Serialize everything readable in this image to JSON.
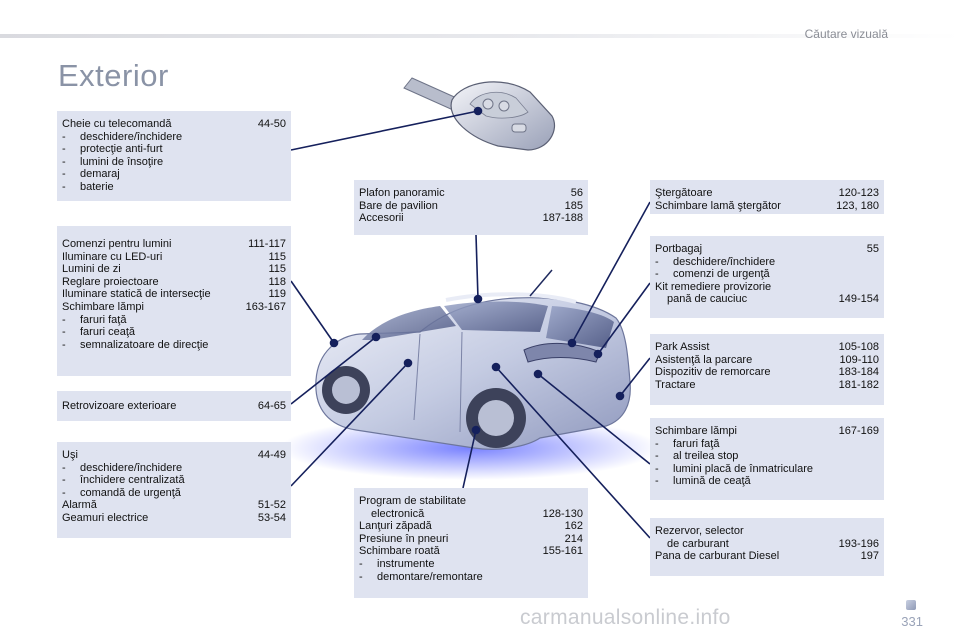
{
  "header": {
    "section": "Căutare vizuală",
    "title": "Exterior"
  },
  "boxes": {
    "key": {
      "rows": [
        {
          "label": "Cheie cu telecomandă",
          "page": "44-50"
        }
      ],
      "items": [
        "deschidere/închidere",
        "protecţie anti-furt",
        "lumini de însoţire",
        "demaraj",
        "baterie"
      ]
    },
    "lights": {
      "rows": [
        {
          "label": "Comenzi pentru lumini",
          "page": "111-117"
        },
        {
          "label": "Iluminare cu LED-uri",
          "page": "115"
        },
        {
          "label": "Lumini de zi",
          "page": "115"
        },
        {
          "label": "Reglare proiectoare",
          "page": "118"
        },
        {
          "label": "Iluminare statică de intersecţie",
          "page": "119"
        },
        {
          "label": "Schimbare lămpi",
          "page": "163-167"
        }
      ],
      "items": [
        "faruri faţă",
        "faruri ceaţă",
        "semnalizatoare de direcţie"
      ]
    },
    "mirror": {
      "rows": [
        {
          "label": "Retrovizoare exterioare",
          "page": "64-65"
        }
      ]
    },
    "doors": {
      "rows": [
        {
          "label": "Uşi",
          "page": "44-49"
        }
      ],
      "items": [
        "deschidere/închidere",
        "închidere centralizată",
        "comandă de urgenţă"
      ],
      "rows2": [
        {
          "label": "Alarmă",
          "page": "51-52"
        },
        {
          "label": "Geamuri electrice",
          "page": "53-54"
        }
      ]
    },
    "roof": {
      "rows": [
        {
          "label": "Plafon panoramic",
          "page": "56"
        },
        {
          "label": "Bare de pavilion",
          "page": "185"
        },
        {
          "label": "Accesorii",
          "page": "187-188"
        }
      ]
    },
    "wipers": {
      "rows": [
        {
          "label": "Ştergătoare",
          "page": "120-123"
        },
        {
          "label": "Schimbare lamă ştergător",
          "page": "123, 180"
        }
      ]
    },
    "boot": {
      "rows": [
        {
          "label": "Portbagaj",
          "page": "55"
        }
      ],
      "items": [
        "deschidere/închidere",
        "comenzi de urgenţă"
      ],
      "kit_label_1": "Kit remediere provizorie",
      "kit_label_2": "pană de cauciuc",
      "kit_page": "149-154"
    },
    "park": {
      "rows": [
        {
          "label": "Park Assist",
          "page": "105-108"
        },
        {
          "label": "Asistenţă la parcare",
          "page": "109-110"
        },
        {
          "label": "Dispozitiv de remorcare",
          "page": "183-184"
        },
        {
          "label": "Tractare",
          "page": "181-182"
        }
      ]
    },
    "rear": {
      "rows": [
        {
          "label": "Schimbare lămpi",
          "page": "167-169"
        }
      ],
      "items": [
        "faruri faţă",
        "al treilea stop",
        "lumini placă de înmatriculare",
        "lumină de ceaţă"
      ]
    },
    "stab": {
      "stab_label_1": "Program de stabilitate",
      "stab_label_2": "electronică",
      "stab_page": "128-130",
      "rows": [
        {
          "label": "Lanţuri zăpadă",
          "page": "162"
        },
        {
          "label": "Presiune în pneuri",
          "page": "214"
        },
        {
          "label": "Schimbare roată",
          "page": "155-161"
        }
      ],
      "items": [
        "instrumente",
        "demontare/remontare"
      ]
    },
    "fuel": {
      "fuel_label_1": "Rezervor, selector",
      "fuel_label_2": "de carburant",
      "fuel_page": "193-196",
      "rows": [
        {
          "label": "Pana de carburant Diesel",
          "page": "197"
        }
      ]
    }
  },
  "footer": {
    "page_number": "331",
    "watermark": "carmanualsonline.info"
  },
  "colors": {
    "box_bg": "#dfe3f0",
    "leader": "#15205c",
    "title": "#8a93a6"
  }
}
